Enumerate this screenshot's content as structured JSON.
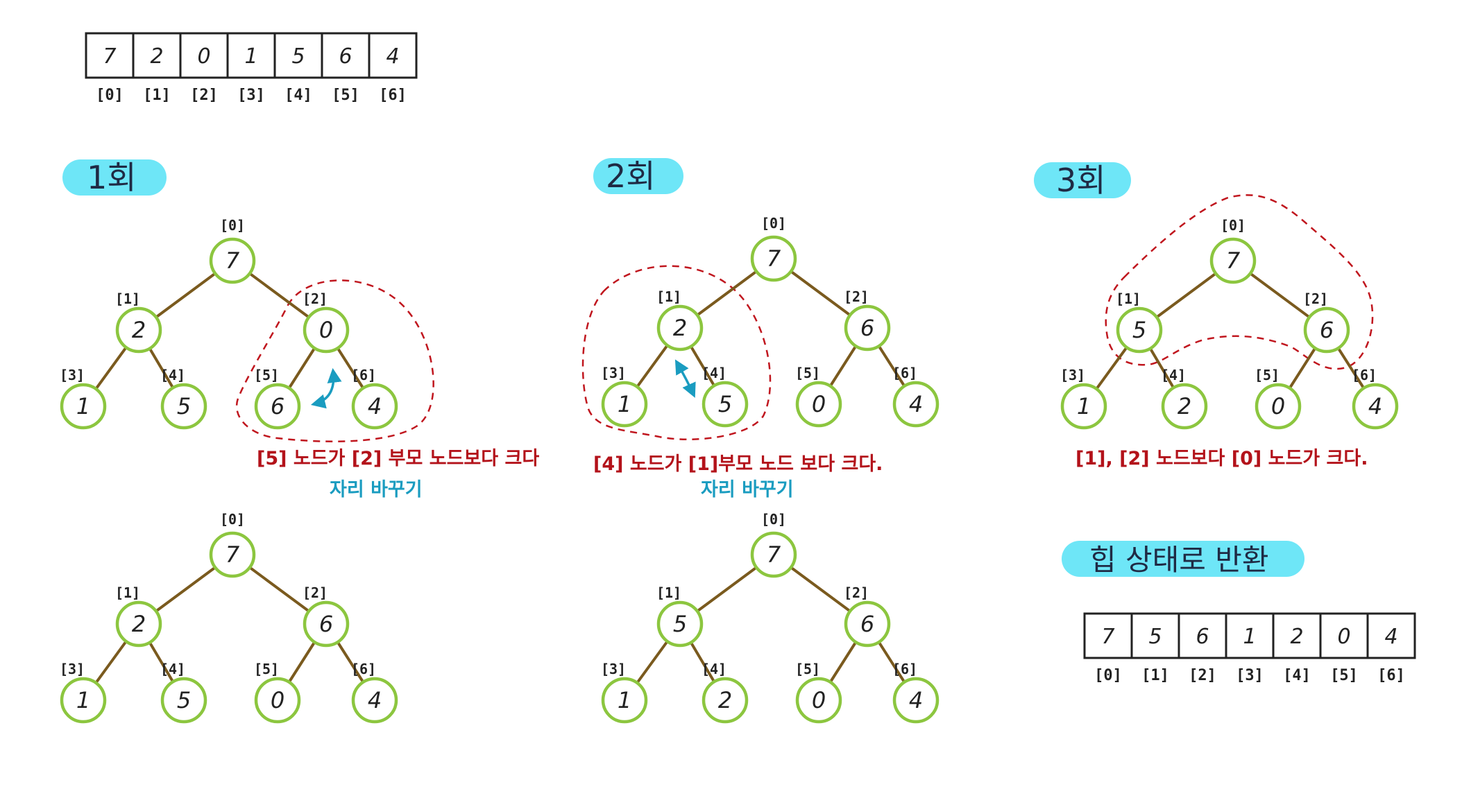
{
  "input_array": {
    "values": [
      "7",
      "2",
      "0",
      "1",
      "5",
      "6",
      "4"
    ],
    "indices": [
      "[0]",
      "[1]",
      "[2]",
      "[3]",
      "[4]",
      "[5]",
      "[6]"
    ]
  },
  "rounds": [
    {
      "label": "1회",
      "tree_before": {
        "values": [
          "7",
          "2",
          "0",
          "1",
          "5",
          "6",
          "4"
        ],
        "indices": [
          "[0]",
          "[1]",
          "[2]",
          "[3]",
          "[4]",
          "[5]",
          "[6]"
        ]
      },
      "note": "[5] 노드가  [2] 부모 노드보다 크다",
      "action": "자리 바꾸기",
      "tree_after": {
        "values": [
          "7",
          "2",
          "6",
          "1",
          "5",
          "0",
          "4"
        ],
        "indices": [
          "[0]",
          "[1]",
          "[2]",
          "[3]",
          "[4]",
          "[5]",
          "[6]"
        ]
      }
    },
    {
      "label": "2회",
      "tree_before": {
        "values": [
          "7",
          "2",
          "6",
          "1",
          "5",
          "0",
          "4"
        ],
        "indices": [
          "[0]",
          "[1]",
          "[2]",
          "[3]",
          "[4]",
          "[5]",
          "[6]"
        ]
      },
      "note": "[4] 노드가  [1]부모 노드 보다  크다.",
      "action": "자리 바꾸기",
      "tree_after": {
        "values": [
          "7",
          "5",
          "6",
          "1",
          "2",
          "0",
          "4"
        ],
        "indices": [
          "[0]",
          "[1]",
          "[2]",
          "[3]",
          "[4]",
          "[5]",
          "[6]"
        ]
      }
    },
    {
      "label": "3회",
      "tree_before": {
        "values": [
          "7",
          "5",
          "6",
          "1",
          "2",
          "0",
          "4"
        ],
        "indices": [
          "[0]",
          "[1]",
          "[2]",
          "[3]",
          "[4]",
          "[5]",
          "[6]"
        ]
      },
      "note": "[1], [2]  노드보다  [0] 노드가 크다."
    }
  ],
  "result": {
    "label": "힙 상태로 반환",
    "values": [
      "7",
      "5",
      "6",
      "1",
      "2",
      "0",
      "4"
    ],
    "indices": [
      "[0]",
      "[1]",
      "[2]",
      "[3]",
      "[4]",
      "[5]",
      "[6]"
    ]
  },
  "colors": {
    "node_stroke": "#8cc63f",
    "edge": "#7a5a1e",
    "pill": "#6ee6f7",
    "note_red": "#b3121a",
    "note_blue": "#1a9cc0",
    "dashed": "#c0161e",
    "swap_arrow": "#1a9cc0"
  }
}
